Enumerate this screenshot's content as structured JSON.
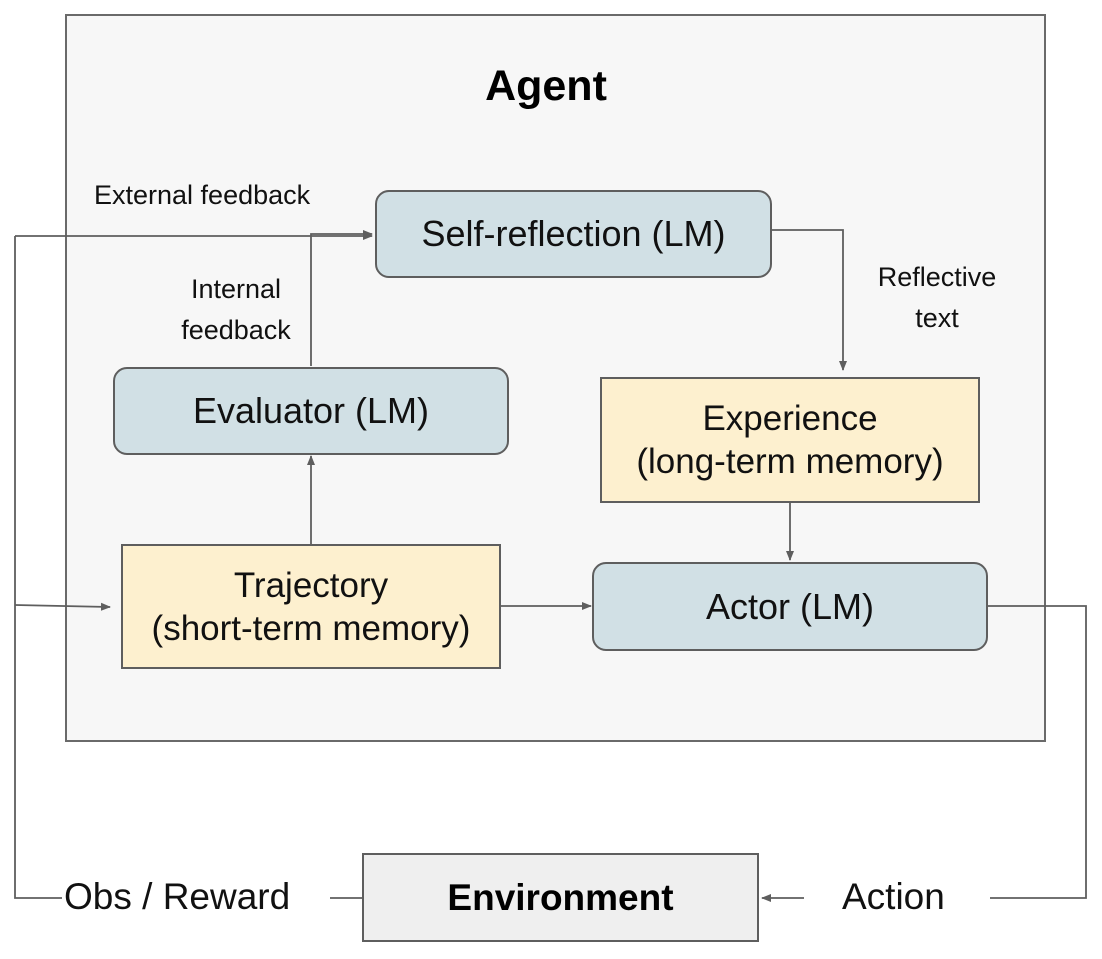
{
  "agent": {
    "title": "Agent"
  },
  "nodes": {
    "self_reflection": "Self-reflection (LM)",
    "evaluator": "Evaluator (LM)",
    "experience": {
      "line1": "Experience",
      "line2": "(long-term memory)"
    },
    "trajectory": {
      "line1": "Trajectory",
      "line2": "(short-term memory)"
    },
    "actor": "Actor (LM)",
    "environment": "Environment"
  },
  "edge_labels": {
    "external_feedback": "External feedback",
    "internal_feedback": {
      "line1": "Internal",
      "line2": "feedback"
    },
    "reflective_text": {
      "line1": "Reflective",
      "line2": "text"
    },
    "obs_reward": "Obs / Reward",
    "action": "Action"
  },
  "colors": {
    "lm_node": "#d1e0e5",
    "memory_node": "#fdf0cf",
    "environment_node": "#efefef",
    "agent_background": "#f7f7f7",
    "line": "#5e5e5e"
  }
}
